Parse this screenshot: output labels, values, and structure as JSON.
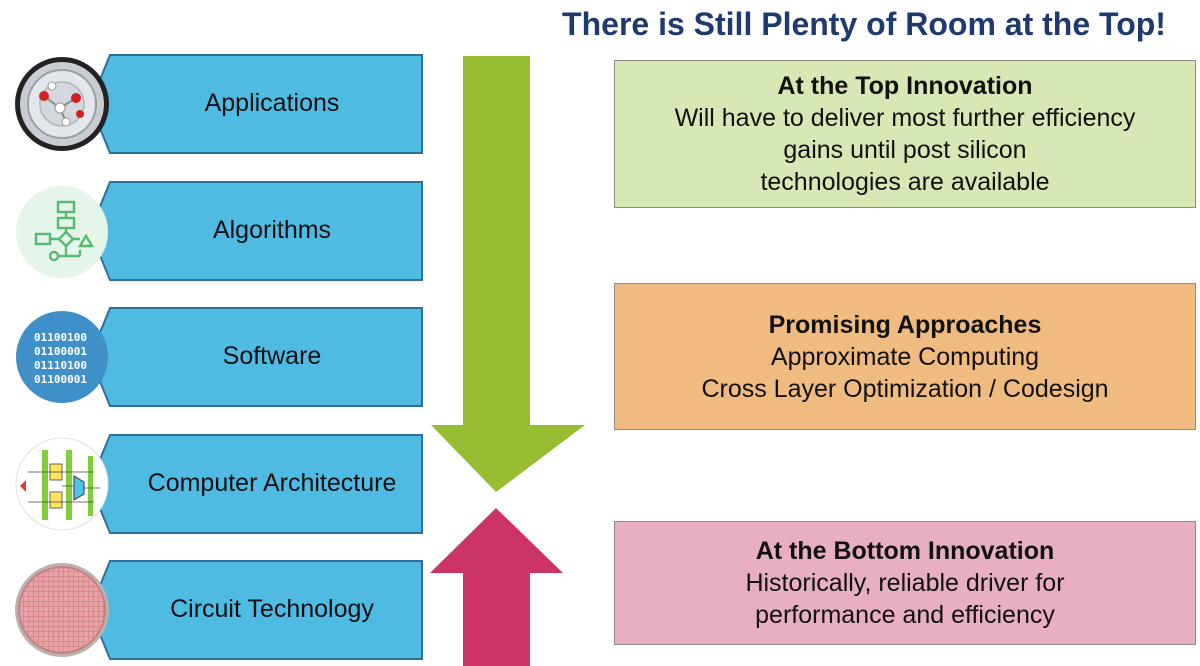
{
  "title": "There is Still Plenty of Room at the Top!",
  "layers": [
    {
      "label": "Applications",
      "icon": "molecule-dish-icon"
    },
    {
      "label": "Algorithms",
      "icon": "flowchart-icon"
    },
    {
      "label": "Software",
      "icon": "binary-code-icon"
    },
    {
      "label": "Computer Architecture",
      "icon": "pipeline-schematic-icon"
    },
    {
      "label": "Circuit Technology",
      "icon": "silicon-wafer-icon"
    }
  ],
  "boxes": {
    "top": {
      "title": "At the Top Innovation",
      "lines": [
        "Will have to deliver most further efficiency",
        "gains until post silicon",
        "technologies are available"
      ]
    },
    "middle": {
      "title": "Promising Approaches",
      "lines": [
        "Approximate Computing",
        "Cross Layer Optimization / Codesign"
      ]
    },
    "bottom": {
      "title": "At the Bottom Innovation",
      "lines": [
        "Historically, reliable driver for",
        "performance and efficiency"
      ]
    }
  },
  "binary": [
    "01100100",
    "01100001",
    "01110100",
    "01100001"
  ],
  "colors": {
    "tab": "#4fbbe3",
    "tab_border": "#2f6f9a",
    "down_arrow": "#97bd32",
    "up_arrow": "#cc3366",
    "title": "#1f3a6e"
  }
}
